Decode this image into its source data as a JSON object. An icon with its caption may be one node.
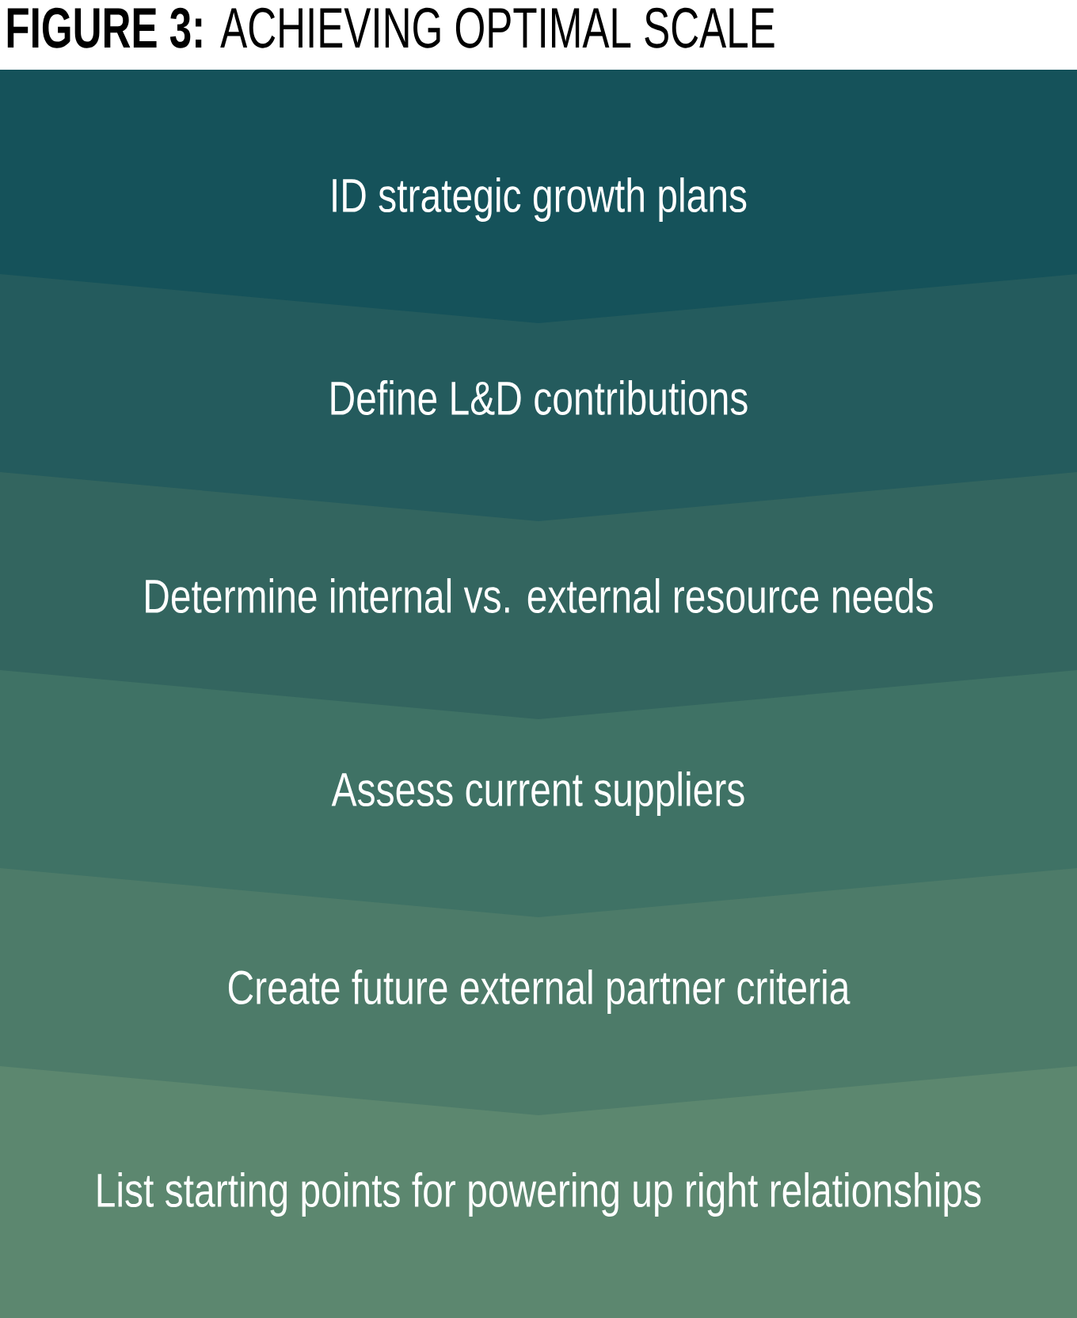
{
  "diagram": {
    "title": "**FIGURE 3:** ACHIEVING OPTIMAL SCALE",
    "nodes": [
      {
        "text": [
          "ID strategic growth plans"
        ]
      },
      {
        "text": [
          "Define L&D contributions"
        ]
      },
      {
        "text": [
          "Determine internal vs. external resource needs"
        ]
      },
      {
        "text": [
          "Assess current suppliers"
        ]
      },
      {
        "text": [
          "Create future external partner criteria"
        ]
      },
      {
        "text": [
          "List starting points for powering up right relationships"
        ]
      }
    ]
  }
}
